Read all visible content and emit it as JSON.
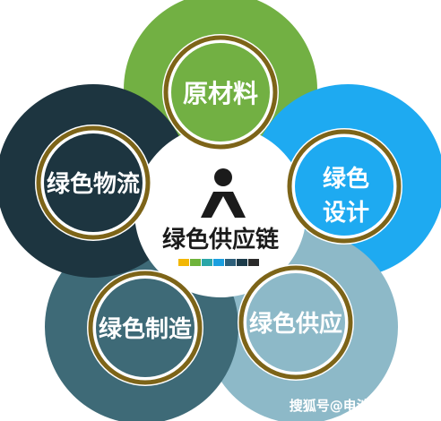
{
  "center": {
    "title": "绿色供应链",
    "icon": "person-icon",
    "color_bar": [
      "#f2b705",
      "#6fb33b",
      "#2aa6a8",
      "#1a9fe0",
      "#2d5f7a",
      "#1c3b4a",
      "#2b2b2b"
    ]
  },
  "nodes": [
    {
      "label": "原材料",
      "color": "#72b043"
    },
    {
      "label": "绿色设计",
      "line1": "绿色",
      "line2": "设计",
      "color": "#1eaaf1"
    },
    {
      "label": "绿色供应",
      "color": "#8db9c8"
    },
    {
      "label": "绿色制造",
      "color": "#3e6a77"
    },
    {
      "label": "绿色物流",
      "color": "#1d3540"
    }
  ],
  "ring_color": "#7d6418",
  "watermark": "搜狐号@电池联盟cbcu"
}
